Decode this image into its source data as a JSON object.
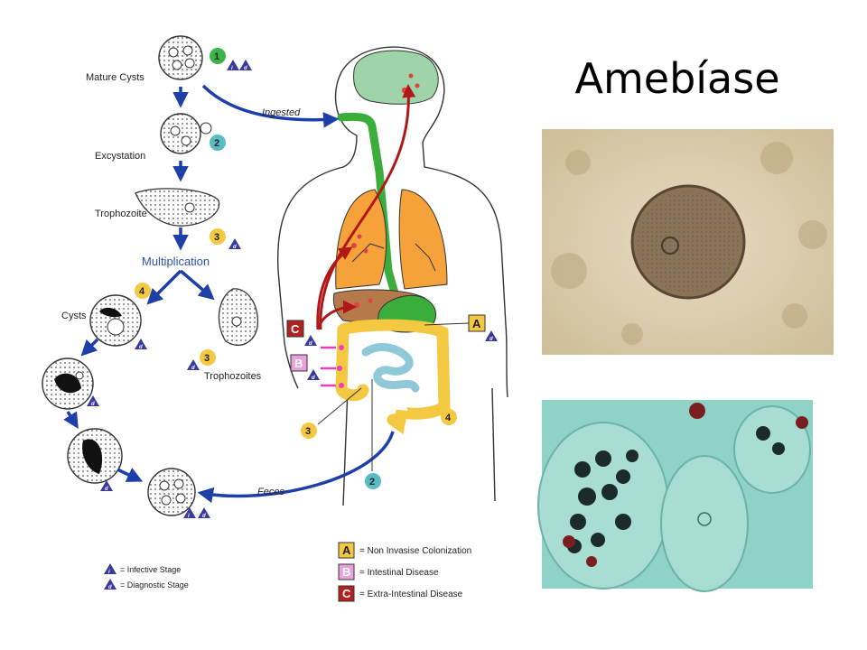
{
  "slide": {
    "title": "Amebíase"
  },
  "lifecycle": {
    "mature_cysts": "Mature Cysts",
    "excystation": "Excystation",
    "trophozoite": "Trophozoite",
    "multiplication": "Multiplication",
    "cysts": "Cysts",
    "trophozoites": "Trophozoites",
    "ingested": "Ingested",
    "feces": "Feces"
  },
  "stages": {
    "s1": "1",
    "s2": "2",
    "s3": "3",
    "s4": "4",
    "i": "i",
    "d": "d"
  },
  "regions": {
    "a": "A",
    "b": "B",
    "c": "C",
    "n2": "2",
    "n3": "3",
    "n4": "4"
  },
  "legend": {
    "infective": "= Infective Stage",
    "diagnostic": "= Diagnostic Stage",
    "a_label": "= Non Invasise Colonization",
    "b_label": "= Intestinal Disease",
    "c_label": "= Extra-Intestinal Disease"
  },
  "colors": {
    "stage_green": "#3bb54a",
    "stage_teal": "#5bbdc4",
    "stage_yellow": "#f5c842",
    "triangle": "#3a3a9a",
    "box_a": "#f5c842",
    "box_b": "#e9a0dc",
    "box_c": "#b22222",
    "arrow_blue": "#1f3fa8",
    "arrow_red": "#b01818"
  }
}
